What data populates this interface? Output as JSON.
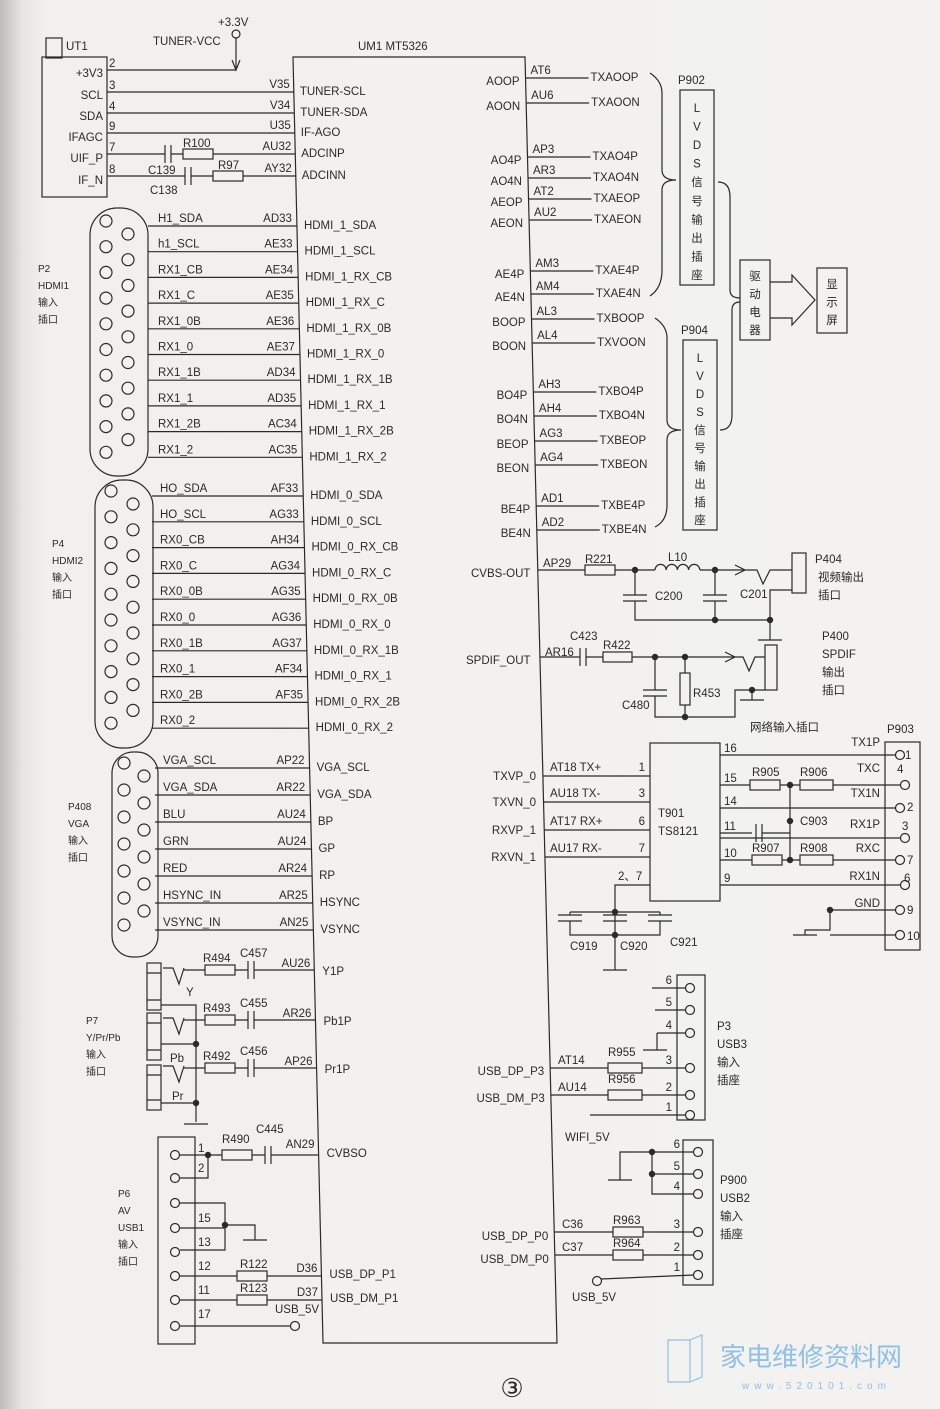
{
  "chip": {
    "ref": "UM1 MT5326"
  },
  "tuner": {
    "ref": "UT1",
    "vcc_net": "TUNER-VCC",
    "vcc_rail": "+3.3V",
    "pins": [
      {
        "name": "+3V3",
        "num": "2"
      },
      {
        "name": "SCL",
        "num": "3"
      },
      {
        "name": "SDA",
        "num": "4"
      },
      {
        "name": "IFAGC",
        "num": "9"
      },
      {
        "name": "UIF_P",
        "num": "7"
      },
      {
        "name": "IF_N",
        "num": "8"
      }
    ],
    "balls": [
      "V35",
      "V34",
      "U35",
      "AU32",
      "AY32"
    ],
    "chip_pins": [
      "TUNER-SCL",
      "TUNER-SDA",
      "IF-AGO",
      "ADCINP",
      "ADCINN"
    ],
    "parts": {
      "c139": "C139",
      "r100": "R100",
      "c138": "C138",
      "r97": "R97"
    }
  },
  "hdmi1": {
    "label": [
      "P2",
      "HDMI1",
      "输入",
      "插口"
    ],
    "rows": [
      [
        "H1_SDA",
        "AD33",
        "HDMI_1_SDA"
      ],
      [
        "h1_SCL",
        "AE33",
        "HDMI_1_SCL"
      ],
      [
        "RX1_CB",
        "AE34",
        "HDMI_1_RX_CB"
      ],
      [
        "RX1_C",
        "AE35",
        "HDMI_1_RX_C"
      ],
      [
        "RX1_0B",
        "AE36",
        "HDMI_1_RX_0B"
      ],
      [
        "RX1_0",
        "AE37",
        "HDMI_1_RX_0"
      ],
      [
        "RX1_1B",
        "AD34",
        "HDMI_1_RX_1B"
      ],
      [
        "RX1_1",
        "AD35",
        "HDMI_1_RX_1"
      ],
      [
        "RX1_2B",
        "AC34",
        "HDMI_1_RX_2B"
      ],
      [
        "RX1_2",
        "AC35",
        "HDMI_1_RX_2"
      ]
    ]
  },
  "hdmi0": {
    "label": [
      "P4",
      "HDMI2",
      "输入",
      "插口"
    ],
    "rows": [
      [
        "HO_SDA",
        "AF33",
        "HDMI_0_SDA"
      ],
      [
        "HO_SCL",
        "AG33",
        "HDMI_0_SCL"
      ],
      [
        "RX0_CB",
        "AH34",
        "HDMI_0_RX_CB"
      ],
      [
        "RX0_C",
        "AG34",
        "HDMI_0_RX_C"
      ],
      [
        "RX0_0B",
        "AG35",
        "HDMI_0_RX_0B"
      ],
      [
        "RX0_0",
        "AG36",
        "HDMI_0_RX_0"
      ],
      [
        "RX0_1B",
        "AG37",
        "HDMI_0_RX_1B"
      ],
      [
        "RX0_1",
        "AF34",
        "HDMI_0_RX_1"
      ],
      [
        "RX0_2B",
        "AF35",
        "HDMI_0_RX_2B"
      ],
      [
        "RX0_2",
        "",
        "HDMI_0_RX_2"
      ]
    ]
  },
  "vga": {
    "label": [
      "P408",
      "VGA",
      "输入",
      "插口"
    ],
    "rows": [
      [
        "VGA_SCL",
        "AP22",
        "VGA_SCL"
      ],
      [
        "VGA_SDA",
        "AR22",
        "VGA_SDA"
      ],
      [
        "BLU",
        "AU24",
        "BP"
      ],
      [
        "GRN",
        "AU24",
        "GP"
      ],
      [
        "RED",
        "AR24",
        "RP"
      ],
      [
        "HSYNC_IN",
        "AR25",
        "HSYNC"
      ],
      [
        "VSYNC_IN",
        "AN25",
        "VSYNC"
      ]
    ]
  },
  "component": {
    "label": [
      "P7",
      "Y/Pr/Pb",
      "输入",
      "插口"
    ],
    "jacks": [
      "Y",
      "Pb",
      "Pr"
    ],
    "rows": [
      [
        "R494",
        "C457",
        "AU26",
        "Y1P"
      ],
      [
        "R493",
        "C455",
        "AR26",
        "Pb1P"
      ],
      [
        "R492",
        "C456",
        "AP26",
        "Pr1P"
      ]
    ]
  },
  "av_usb1": {
    "label": [
      "P6",
      "AV",
      "USB1",
      "输入",
      "插口"
    ],
    "pins": [
      "1",
      "2",
      "15",
      "13",
      "12",
      "11",
      "17"
    ],
    "cvbs": [
      "R490",
      "C445",
      "AN29",
      "CVBSO"
    ],
    "usb": [
      [
        "R122",
        "D36",
        "USB_DP_P1"
      ],
      [
        "R123",
        "D37",
        "USB_DM_P1"
      ]
    ],
    "usb_5v": "USB_5V"
  },
  "lvds": {
    "rows": [
      [
        "AOOP",
        "AT6",
        "TXAOOP"
      ],
      [
        "AOON",
        "AU6",
        "TXAOON"
      ],
      [
        "AO4P",
        "AP3",
        "TXAO4P"
      ],
      [
        "AO4N",
        "AR3",
        "TXAO4N"
      ],
      [
        "AEOP",
        "AT2",
        "TXAEOP"
      ],
      [
        "AEON",
        "AU2",
        "TXAEON"
      ],
      [
        "AE4P",
        "AM3",
        "TXAE4P"
      ],
      [
        "AE4N",
        "AM4",
        "TXAE4N"
      ],
      [
        "BOOP",
        "AL3",
        "TXBOOP"
      ],
      [
        "BOON",
        "AL4",
        "TXVOON"
      ],
      [
        "BO4P",
        "AH3",
        "TXBO4P"
      ],
      [
        "BO4N",
        "AH4",
        "TXBO4N"
      ],
      [
        "BEOP",
        "AG3",
        "TXBEOP"
      ],
      [
        "BEON",
        "AG4",
        "TXBEON"
      ],
      [
        "BE4P",
        "AD1",
        "TXBE4P"
      ],
      [
        "BE4N",
        "AD2",
        "TXBE4N"
      ]
    ],
    "p902": {
      "ref": "P902",
      "chars": [
        "L",
        "V",
        "D",
        "S",
        "信",
        "号",
        "输",
        "出",
        "插",
        "座"
      ]
    },
    "p904": {
      "ref": "P904",
      "chars": [
        "L",
        "V",
        "D",
        "S",
        "信",
        "号",
        "输",
        "出",
        "插",
        "座"
      ]
    },
    "driver": [
      "驱",
      "动",
      "电",
      "器"
    ],
    "display": [
      "显",
      "示",
      "屏"
    ]
  },
  "cvbs_out": {
    "net": "CVBS-OUT",
    "ball": "AP29",
    "r": "R221",
    "l": "L10",
    "c1": "C200",
    "c2": "C201",
    "ref": "P404",
    "label": [
      "视频输出",
      "插口"
    ]
  },
  "spdif": {
    "net": "SPDIF_OUT",
    "ball": "AR16",
    "c1": "C423",
    "r1": "R422",
    "c2": "C480",
    "r2": "R453",
    "ref": "P400",
    "label": [
      "SPDIF",
      "输出",
      "插口"
    ]
  },
  "network": {
    "title": "网络输入插口",
    "ref": "P903",
    "xfmr": [
      "T901",
      "TS8121"
    ],
    "left": [
      [
        "TXVP_0",
        "AT18 TX+",
        "1"
      ],
      [
        "TXVN_0",
        "AU18 TX-",
        "3"
      ],
      [
        "RXVP_1",
        "AT17 RX+",
        "6"
      ],
      [
        "RXVN_1",
        "AU17 RX-",
        "7"
      ]
    ],
    "gnd_pins": "2、7",
    "caps": [
      "C919",
      "C920",
      "C921"
    ],
    "xfmr_right": [
      "16",
      "15",
      "14",
      "11",
      "10",
      "9"
    ],
    "resistors": [
      "R905",
      "R906",
      "R907",
      "R908"
    ],
    "cap": "C903",
    "signals": [
      "TX1P",
      "TXC",
      "TX1N",
      "RX1P",
      "RXC",
      "RX1N",
      "GND"
    ],
    "conn_pins": [
      "1",
      "4",
      "2",
      "3",
      "7",
      "6",
      "9",
      "10"
    ]
  },
  "usb3": {
    "label": [
      "P3",
      "USB3",
      "输入",
      "插座"
    ],
    "pins": [
      "6",
      "5",
      "4",
      "3",
      "2",
      "1"
    ],
    "rows": [
      [
        "USB_DP_P3",
        "AT14",
        "R955"
      ],
      [
        "USB_DM_P3",
        "AU14",
        "R956"
      ]
    ]
  },
  "usb2": {
    "wifi": "WIFI_5V",
    "label": [
      "P900",
      "USB2",
      "输入",
      "插座"
    ],
    "pins": [
      "6",
      "5",
      "4",
      "3",
      "2",
      "1"
    ],
    "rows": [
      [
        "USB_DP_P0",
        "C36",
        "R963"
      ],
      [
        "USB_DM_P0",
        "C37",
        "R964"
      ]
    ],
    "usb_5v": "USB_5V"
  },
  "page": {
    "number": "③"
  },
  "watermark": {
    "logo": "家电维修资料网",
    "url": "www.520101.com"
  }
}
